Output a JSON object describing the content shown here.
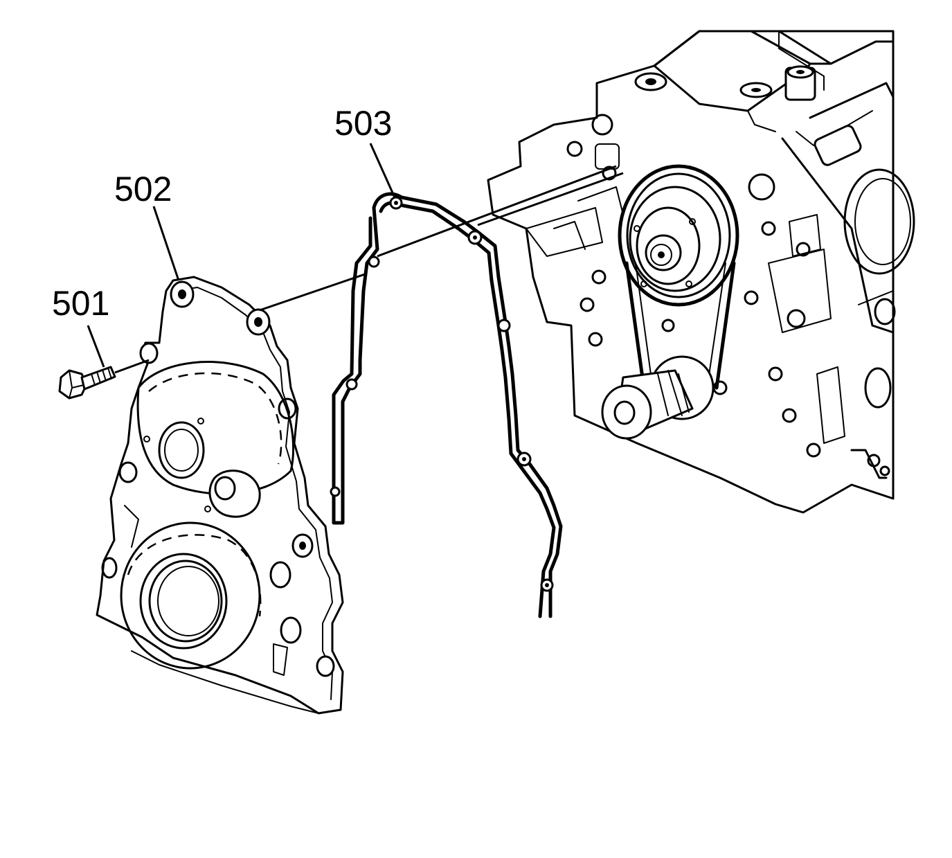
{
  "callouts": {
    "bolt": "501",
    "cover": "502",
    "gasket": "503"
  }
}
